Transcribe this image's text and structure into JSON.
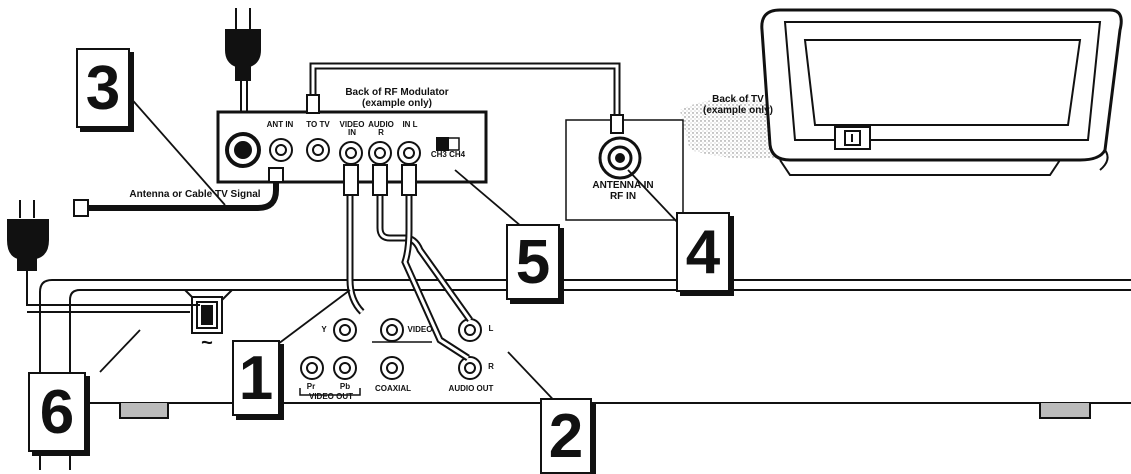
{
  "labels": {
    "rf_title": "Back of RF Modulator",
    "rf_sub": "(example only)",
    "tv_title": "Back of TV",
    "tv_sub": "(example only)",
    "antenna_signal": "Antenna or Cable TV Signal",
    "ant_in": "ANT IN",
    "to_tv": "TO TV",
    "video_in": "VIDEO IN",
    "audio_r": "AUDIO R",
    "audio_l": "IN L",
    "ch": "CH3 CH4",
    "antenna_in": "ANTENNA IN",
    "rf_in": "RF IN",
    "y": "Y",
    "video": "VIDEO",
    "pr": "Pr",
    "pb": "Pb",
    "video_out": "VIDEO OUT",
    "coaxial": "COAXIAL",
    "audio_out": "AUDIO OUT",
    "l": "L",
    "r": "R",
    "ac": "~"
  },
  "steps": [
    "1",
    "2",
    "3",
    "4",
    "5",
    "6"
  ]
}
